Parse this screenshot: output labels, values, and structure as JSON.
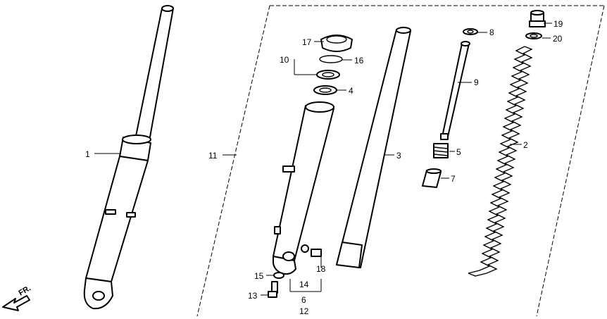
{
  "diagram": {
    "labels": {
      "p1": "1",
      "p2": "2",
      "p3": "3",
      "p4": "4",
      "p5": "5",
      "p6": "6",
      "p7": "7",
      "p8": "8",
      "p9": "9",
      "p10": "10",
      "p11": "11",
      "p12": "12",
      "p13": "13",
      "p14": "14",
      "p15": "15",
      "p16": "16",
      "p17": "17",
      "p18": "18",
      "p19": "19",
      "p20": "20"
    },
    "direction": "FR."
  }
}
